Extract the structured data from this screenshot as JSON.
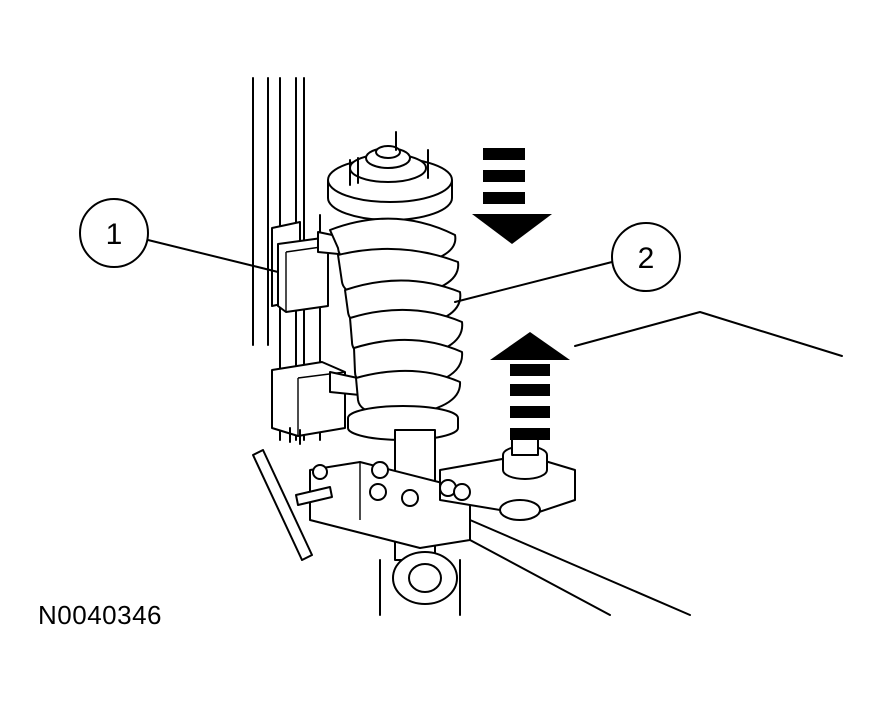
{
  "figure_id": "N0040346",
  "callouts": [
    {
      "label": "1"
    },
    {
      "label": "2"
    }
  ],
  "arrows": [
    {
      "name": "compress-down-arrow",
      "direction": "down",
      "color": "#000000"
    },
    {
      "name": "compress-up-arrow",
      "direction": "up",
      "color": "#000000"
    }
  ]
}
